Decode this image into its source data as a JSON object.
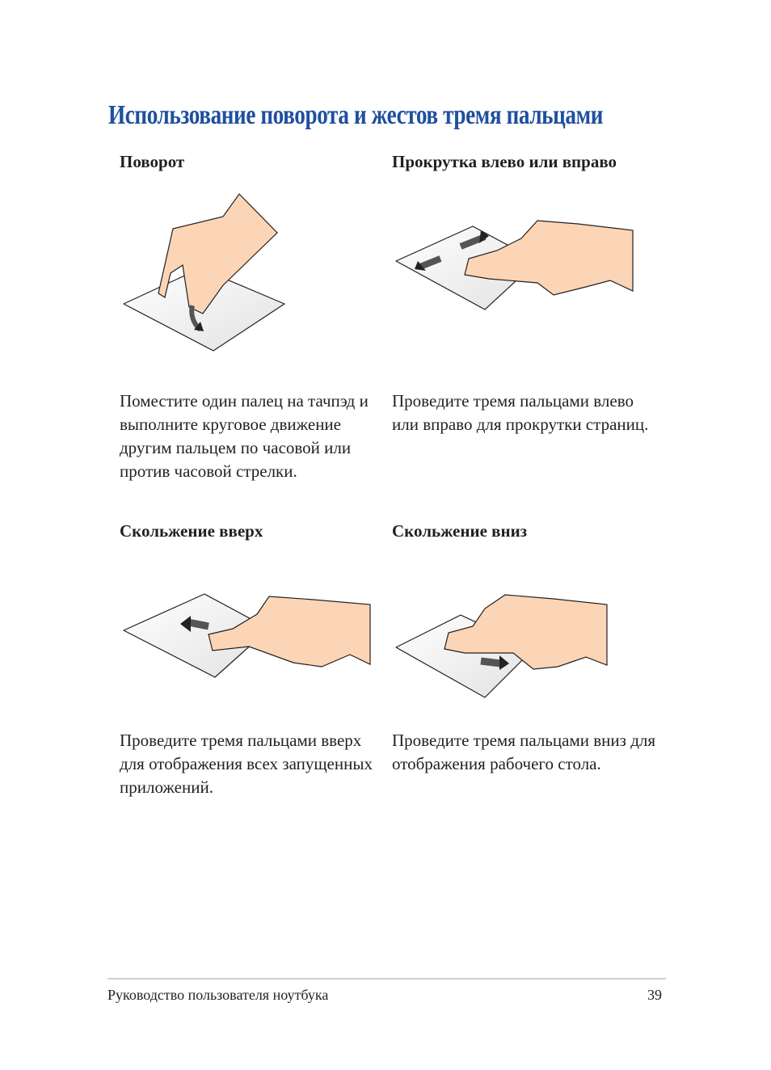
{
  "title": "Использование поворота и жестов тремя пальцами",
  "sections": [
    {
      "heading": "Поворот",
      "text": "Поместите один палец на тачпэд и выполните круговое движение другим пальцем по часовой или против часовой стрелки."
    },
    {
      "heading": "Прокрутка влево или вправо",
      "text": "Проведите тремя пальцами влево или вправо для прокрутки страниц."
    },
    {
      "heading": "Скольжение вверх",
      "text": "Проведите тремя пальцами вверх для отображения всех запущенных приложений."
    },
    {
      "heading": "Скольжение вниз",
      "text": "Проведите тремя пальцами вниз для отображения рабочего стола."
    }
  ],
  "footer": {
    "left": "Руководство пользователя ноутбука",
    "page": "39"
  },
  "colors": {
    "title": "#1f4f9f",
    "skin": "#fbd5b5"
  }
}
